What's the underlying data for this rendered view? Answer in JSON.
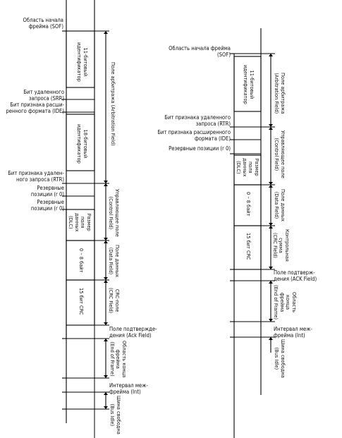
{
  "left": {
    "sof": "Область начала\nфрейма (SOF)",
    "id11": "11-битовый\nидентификатор",
    "arb": "Поле арбитража (Arbitration Field)",
    "srr": "Бит удаленного\nзапроса (SRR)",
    "ide": "Бит признака расши-\nренного формата (IDE)",
    "id18": "18-битовый\nидентификатор",
    "rtr": "Бит признака удален-\nного запроса (RTR)",
    "r1": "Резервные\nпозиции (r 0)",
    "r0": "Резервные\nпозиции (r 0)",
    "ctrl": "Управляющее поле\n(Control Field)",
    "dlc": "Размер\nполя\nданных\n(DLC)",
    "data": "0 – 8 байт",
    "datafield": "Поле данных\n(Data Field)",
    "crc": "15 бит CRC",
    "crcfield": "CRC-поле\n(CRC Field)",
    "ack": "Поле подтвержде-\nдения (Ack Field)",
    "eof": "Область конца\nфрейма\n(End of Frame)",
    "int": "Интервал меж-\nфрейма (Int)",
    "idle": "Шина свободна\n(Bus Idle)"
  },
  "right": {
    "sof": "Область начала фрейма\n(SOF)",
    "id11": "11-битовый\nидентификатор",
    "arb": "Поле арбитража\n(Arbitration Field)",
    "rtr": "Бит признака удаленного\nзапроса (RTR)",
    "ide": "Бит признака расширенного\nформата (IDE)",
    "res": "Резервные позиции (r 0)",
    "ctrl": "Управляющее поле\n(Control Field)",
    "dlc": "Размер\nполя\nданных\n(DLC)",
    "data": "0 – 8 байт",
    "datafield": "Поле данных\n(Data Field)",
    "crc": "15 бит CRC",
    "crcfield": "Контрольная\nсумма\n(CRC Field)",
    "ack": "Поле подтверж-\nдения (ACK Field)",
    "eof": "Область\nконца\nфрейма\n(End of Frame)",
    "int": "Интервал меж-\nфрейма (Int)",
    "idle": "Шина свободна\n(Bus Idle)"
  }
}
